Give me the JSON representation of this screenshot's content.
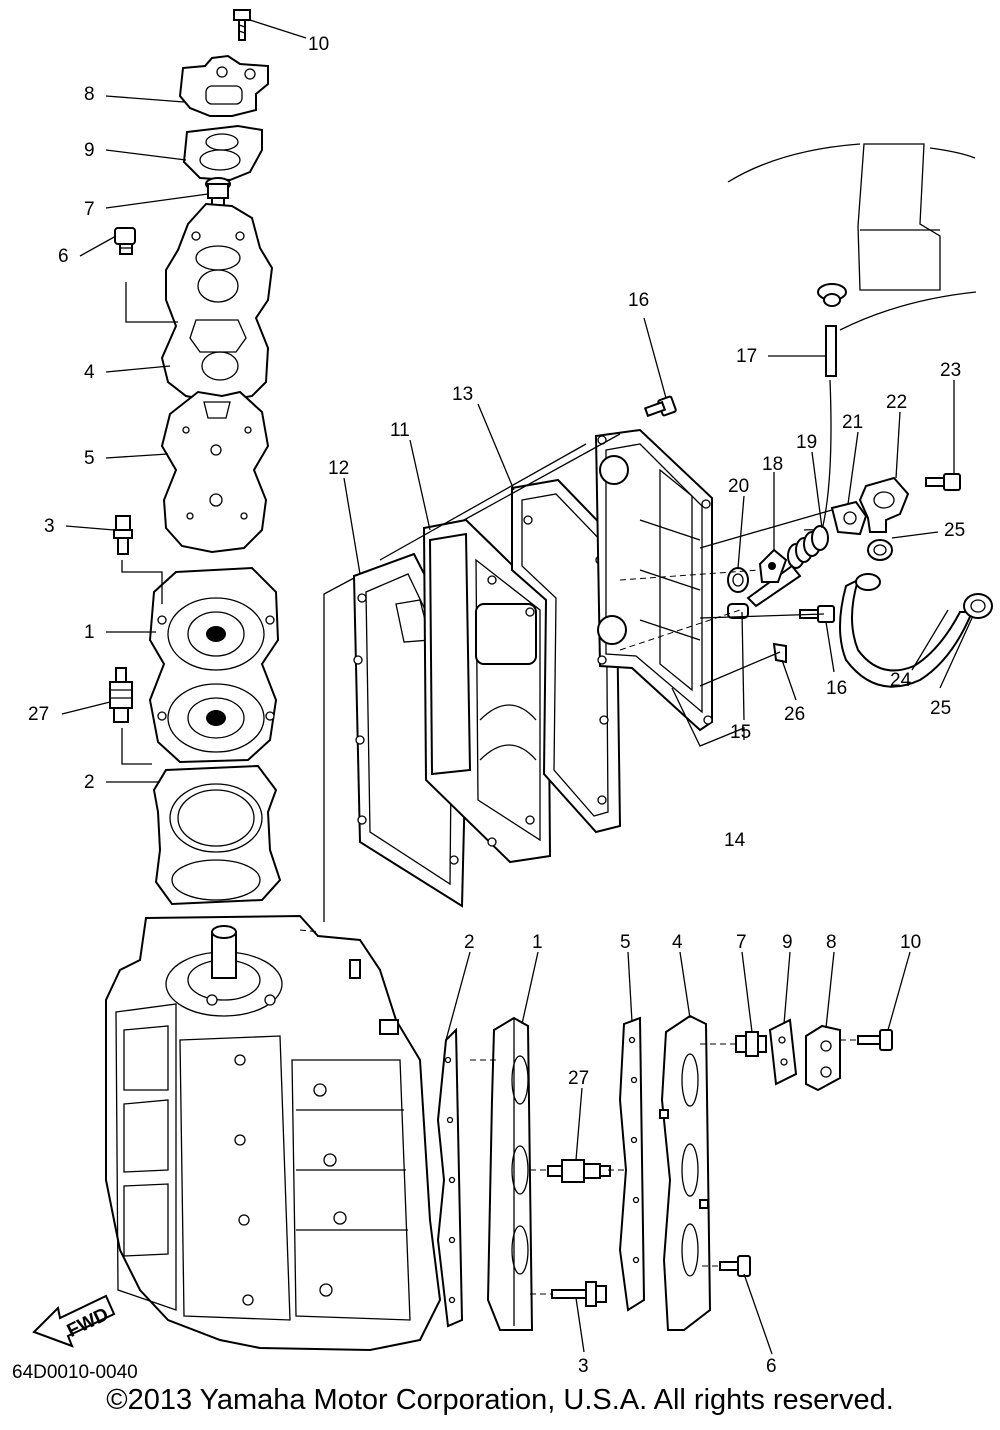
{
  "diagram_code": "64D0010-0040",
  "copyright": "©2013 Yamaha Motor Corporation, U.S.A. All rights reserved.",
  "fwd_label": "FWD",
  "callouts": {
    "c10a": "10",
    "c8a": "8",
    "c9a": "9",
    "c7a": "7",
    "c6a": "6",
    "c4a": "4",
    "c5a": "5",
    "c3a": "3",
    "c1a": "1",
    "c27a": "27",
    "c2a": "2",
    "c12": "12",
    "c11": "11",
    "c13": "13",
    "c16a": "16",
    "c17": "17",
    "c23": "23",
    "c22": "22",
    "c21": "21",
    "c19": "19",
    "c18": "18",
    "c20": "20",
    "c25a": "25",
    "c24": "24",
    "c25b": "25",
    "c16b": "16",
    "c26": "26",
    "c15": "15",
    "c14": "14",
    "c2b": "2",
    "c1b": "1",
    "c5b": "5",
    "c4b": "4",
    "c7b": "7",
    "c9b": "9",
    "c8b": "8",
    "c10b": "10",
    "c27b": "27",
    "c3b": "3",
    "c6b": "6"
  }
}
